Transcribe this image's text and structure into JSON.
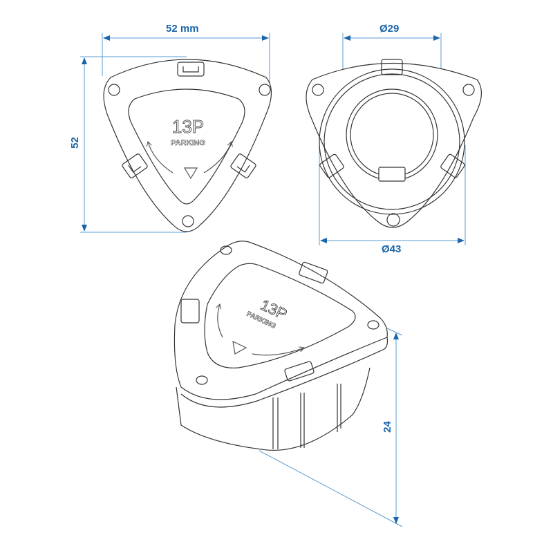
{
  "colors": {
    "dimension": "#1a64a8",
    "dimension_line": "#5a9bd0",
    "outline": "#333333",
    "background": "#ffffff"
  },
  "dimensions": {
    "width": "52 mm",
    "height": "52",
    "inner_diameter": "Ø29",
    "outer_diameter": "Ø43",
    "depth": "24"
  },
  "part": {
    "label_main": "13P",
    "label_sub": "PARKING"
  },
  "views": [
    {
      "name": "front-view"
    },
    {
      "name": "rear-view"
    },
    {
      "name": "isometric-view"
    }
  ]
}
